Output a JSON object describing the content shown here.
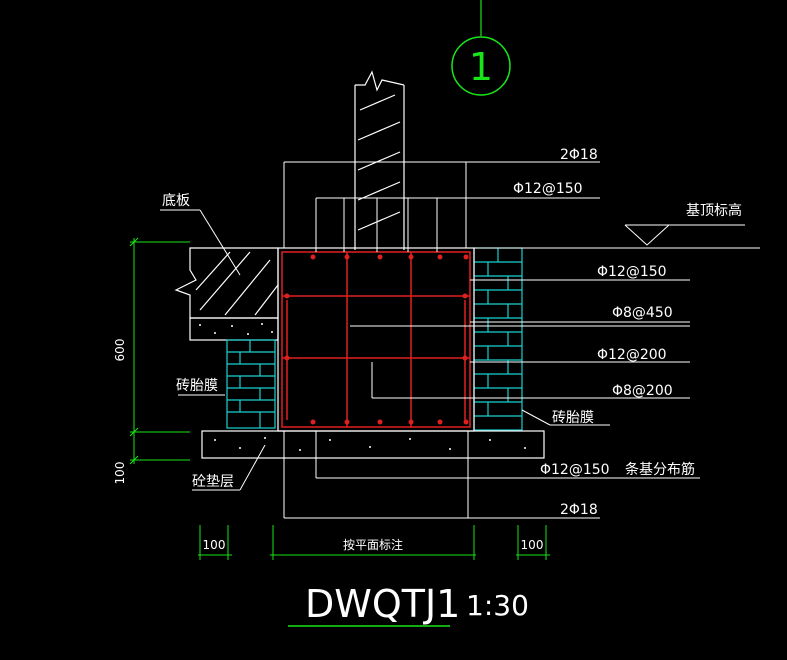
{
  "colors": {
    "background": "#000000",
    "line": "#ffffff",
    "rebar": "#e02020",
    "dimension": "#19e619",
    "brick": "#19d0d0",
    "section_mark": "#19e619"
  },
  "section_mark": {
    "label": "1"
  },
  "rebar_labels": {
    "top_2phi18": "2Φ18",
    "phi12_150_top": "Φ12@150",
    "base_elevation": "基顶标高",
    "phi12_150_side": "Φ12@150",
    "phi8_450": "Φ8@450",
    "phi12_200": "Φ12@200",
    "phi8_200": "Φ8@200",
    "brick_mold_right": "砖胎膜",
    "bottom_phi12_150": "Φ12@150",
    "distribution_bar": "条基分布筋",
    "bottom_2phi18": "2Φ18"
  },
  "layer_labels": {
    "floor_slab": "底板",
    "brick_mold_left": "砖胎膜",
    "cushion": "砼垫层"
  },
  "dimensions": {
    "height_600": "600",
    "height_100": "100",
    "width_left_100": "100",
    "width_mid": "按平面标注",
    "width_right_100": "100"
  },
  "title": {
    "name": "DWQTJ1",
    "scale": "1:30"
  }
}
